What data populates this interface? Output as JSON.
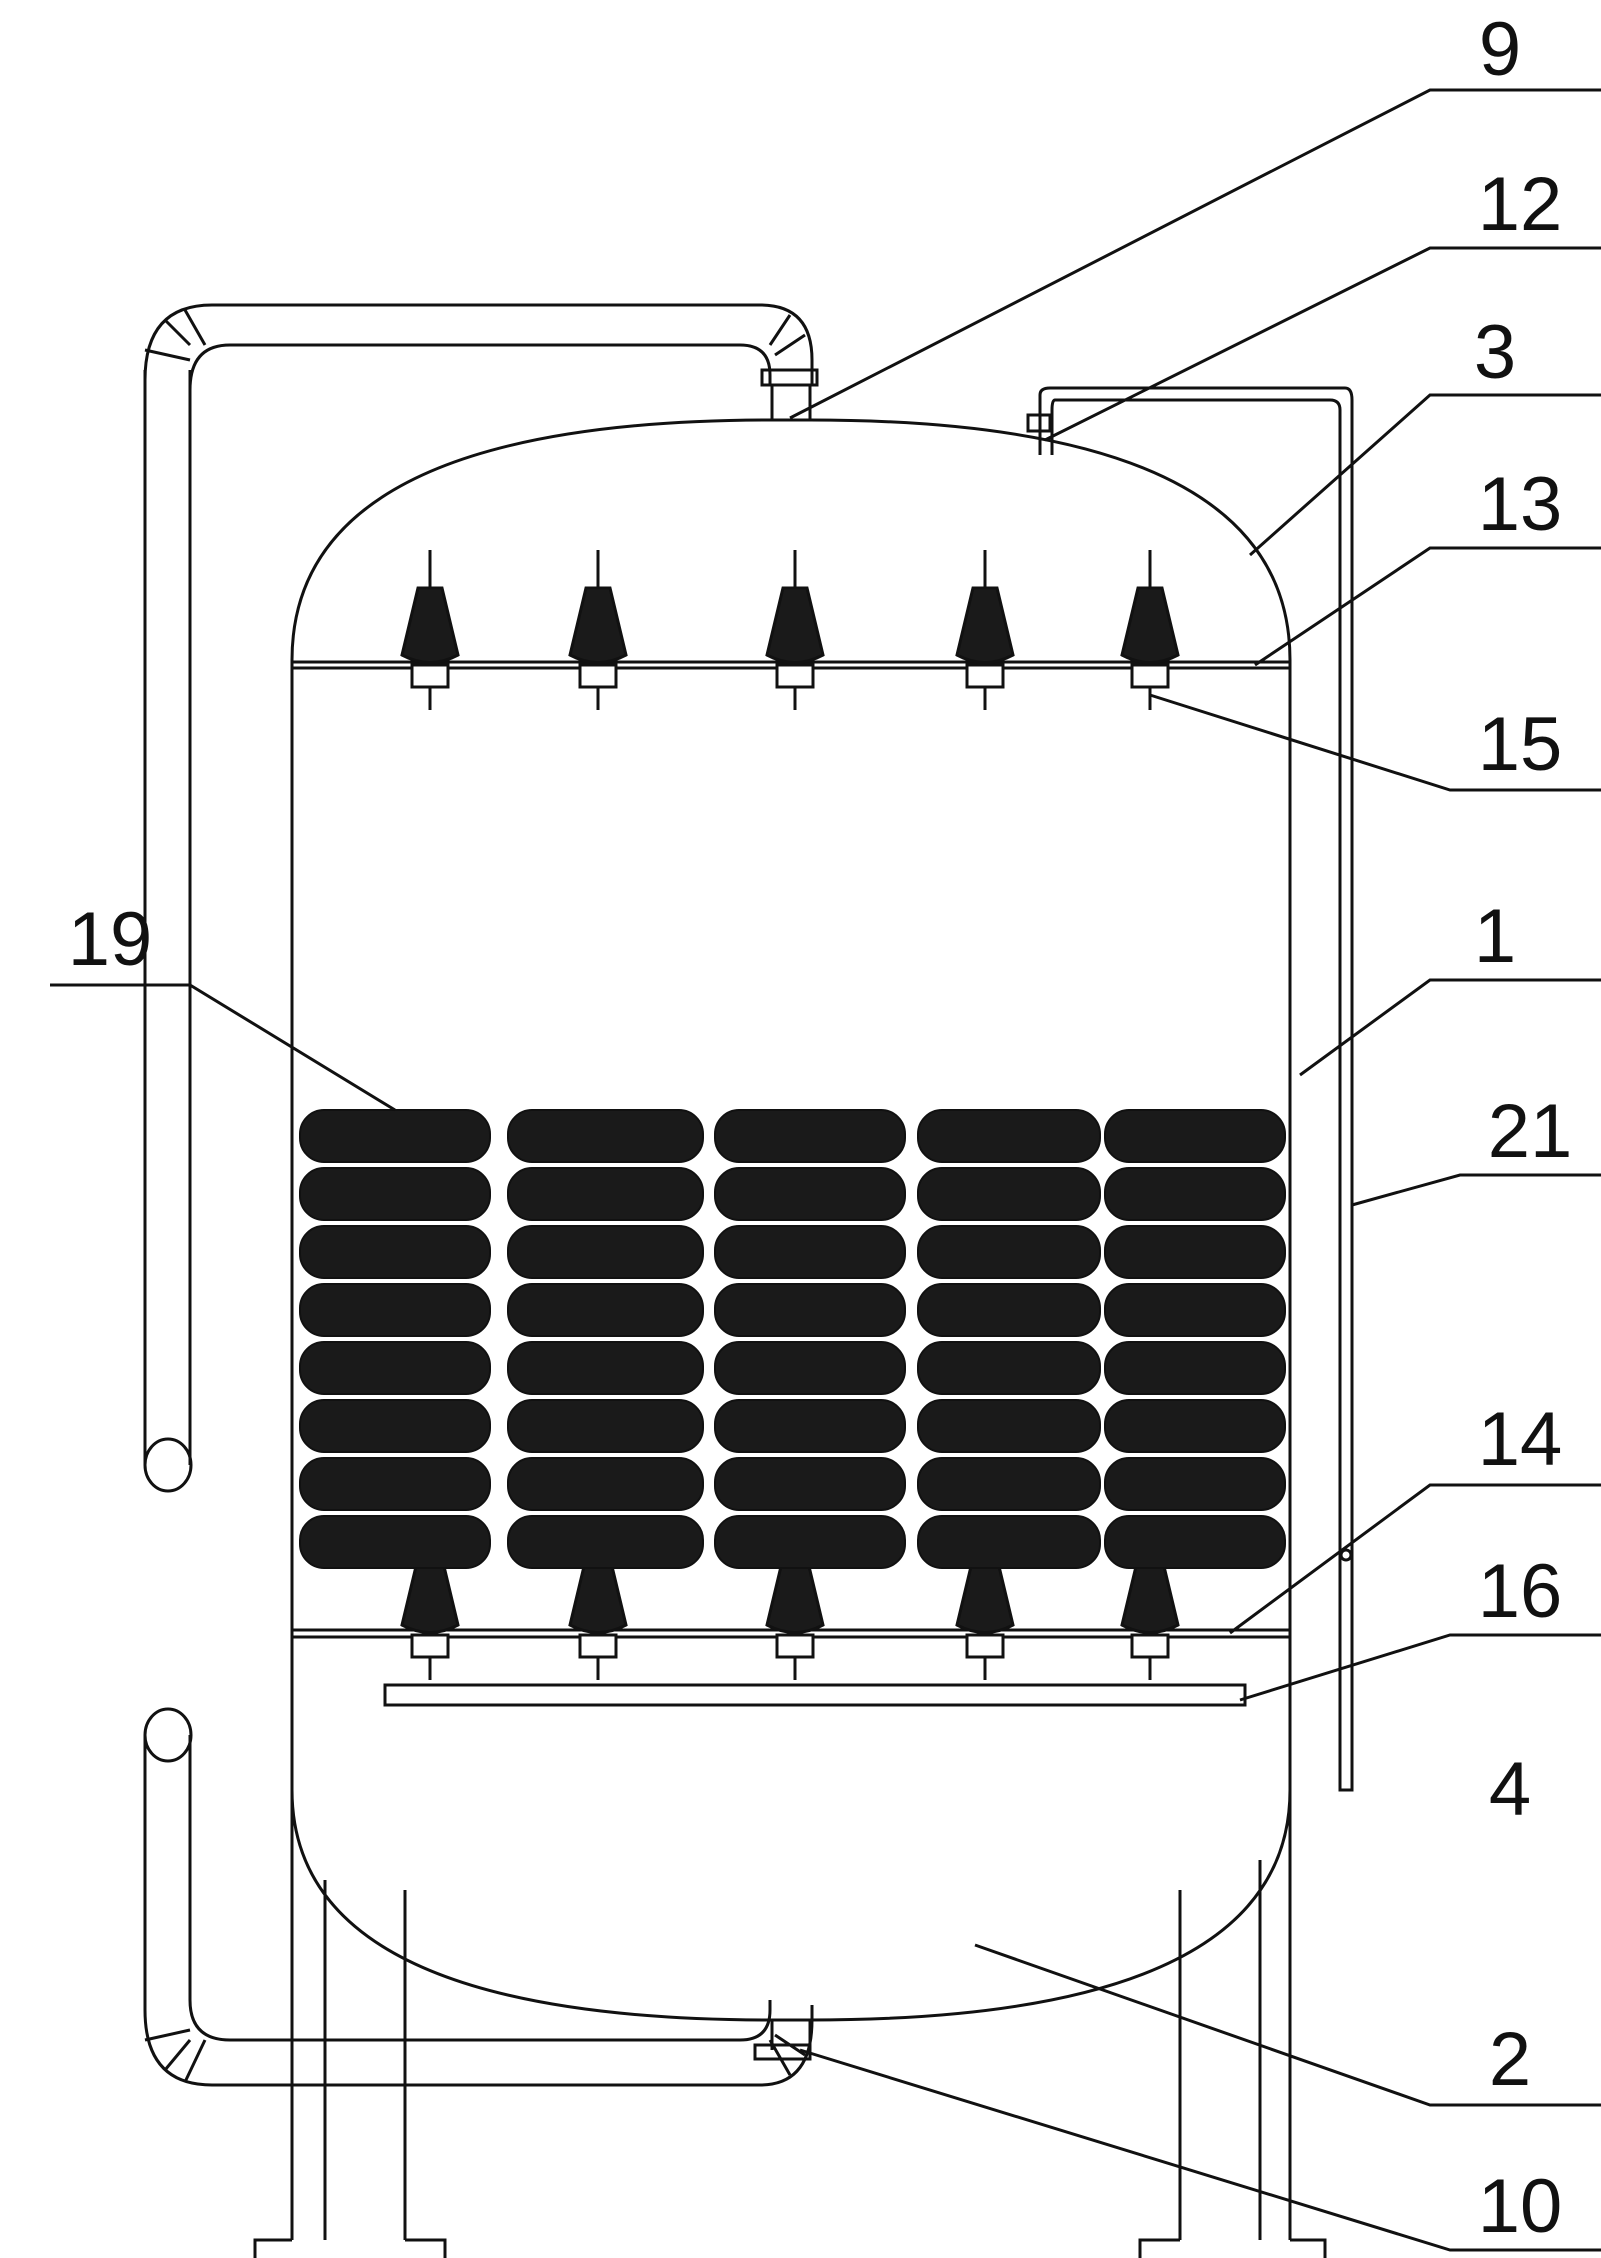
{
  "callouts": [
    {
      "id": "label-9",
      "text": "9"
    },
    {
      "id": "label-12",
      "text": "12"
    },
    {
      "id": "label-3",
      "text": "3"
    },
    {
      "id": "label-13",
      "text": "13"
    },
    {
      "id": "label-15",
      "text": "15"
    },
    {
      "id": "label-1",
      "text": "1"
    },
    {
      "id": "label-19",
      "text": "19"
    },
    {
      "id": "label-21",
      "text": "21"
    },
    {
      "id": "label-14",
      "text": "14"
    },
    {
      "id": "label-16",
      "text": "16"
    },
    {
      "id": "label-4",
      "text": "4"
    },
    {
      "id": "label-2",
      "text": "2"
    },
    {
      "id": "label-10",
      "text": "10"
    }
  ],
  "colors": {
    "line": "#111111",
    "fill_dark": "#1a1a1a",
    "background": "#ffffff"
  },
  "media_grid": {
    "columns": 5,
    "rows": 8
  }
}
